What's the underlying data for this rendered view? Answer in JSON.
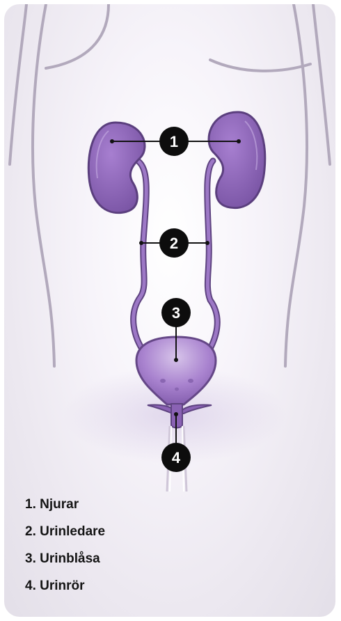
{
  "colors": {
    "body_outline": "#b2a9bc",
    "organ_dark": "#6e4e93",
    "organ_main": "#8a62b4",
    "organ_light": "#b495d6",
    "marker_bg": "#0d0d0d",
    "marker_text": "#ffffff"
  },
  "markers": [
    {
      "id": "1",
      "label": "1"
    },
    {
      "id": "2",
      "label": "2"
    },
    {
      "id": "3",
      "label": "3"
    },
    {
      "id": "4",
      "label": "4"
    }
  ],
  "legend": [
    {
      "text": "1. Njurar"
    },
    {
      "text": "2. Urinledare"
    },
    {
      "text": "3. Urinblåsa"
    },
    {
      "text": "4. Urinrör"
    }
  ]
}
